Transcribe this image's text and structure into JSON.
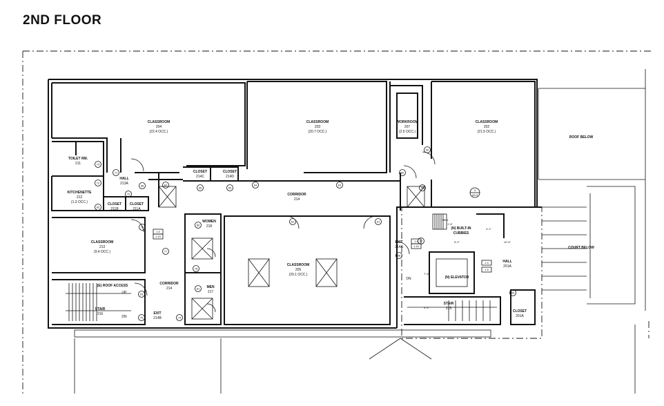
{
  "title": "2ND FLOOR",
  "rooms": {
    "classroom_204": {
      "name": "CLASSROOM",
      "number": "204",
      "occ": "(22.4 OCC.)"
    },
    "classroom_203": {
      "name": "CLASSROOM",
      "number": "203",
      "occ": "(20.7 OCC.)"
    },
    "workroom_207": {
      "name": "WORKROOM",
      "number": "207",
      "occ": "(2.5 OCC.)"
    },
    "classroom_202": {
      "name": "CLASSROOM",
      "number": "202",
      "occ": "(21.5 OCC.)"
    },
    "toilet_211": {
      "name": "TOILET RM.",
      "number": "211"
    },
    "kitchenette_212": {
      "name": "KITCHENETTE",
      "number": "212",
      "occ": "(1.3 OCC.)"
    },
    "hall_213a": {
      "name": "HALL",
      "number": "213A"
    },
    "closet_211b": {
      "name": "CLOSET",
      "number": "211B"
    },
    "closet_211a": {
      "name": "CLOSET",
      "number": "211A"
    },
    "closet_214c": {
      "name": "CLOSET",
      "number": "214C"
    },
    "closet_214d": {
      "name": "CLOSET",
      "number": "214D"
    },
    "corridor_214_top": {
      "name": "CORRIDOR",
      "number": "214"
    },
    "classroom_213": {
      "name": "CLASSROOM",
      "number": "213",
      "occ": "(9.4 OCC.)"
    },
    "women_218": {
      "name": "WOMEN",
      "number": "218"
    },
    "men_217": {
      "name": "MEN",
      "number": "217"
    },
    "classroom_205": {
      "name": "CLASSROOM",
      "number": "205",
      "occ": "(29.1 OCC.)"
    },
    "corridor_214_bottom": {
      "name": "CORRIDOR",
      "number": "214"
    },
    "roof_access": {
      "name": "(E) ROOF ACCESS"
    },
    "stair_216": {
      "name": "STAIR",
      "number": "216"
    },
    "exit_214b": {
      "name": "EXIT",
      "number": "214B"
    },
    "exit_214a": {
      "name": "EXIT",
      "number": "214A"
    },
    "built_in_cubbies": {
      "name": "(N) BUILT-IN",
      "name2": "CUBBIES"
    },
    "elevator": {
      "name": "(N) ELEVATOR"
    },
    "hall_201a": {
      "name": "HALL",
      "number": "201A"
    },
    "stair_215": {
      "name": "STAIR",
      "number": "215"
    },
    "closet_201a": {
      "name": "CLOSET",
      "number": "201A"
    },
    "roof_below": {
      "name": "ROOF BELOW"
    },
    "court_below": {
      "name": "COURT BELOW"
    }
  },
  "dimensions": {
    "d1": "4'-1\"",
    "d2": "10'-6\"",
    "d3": "5'-2\"",
    "d4": "7'-8\"",
    "d5": "5'-5\"",
    "d6": "1'-6\""
  },
  "marks": {
    "up": "UP",
    "dn": "DN",
    "dn2": "DN",
    "men_mark": "MEN",
    "tags": [
      "73",
      "72",
      "71",
      "70",
      "68",
      "67",
      "66",
      "65",
      "64",
      "63",
      "62",
      "61",
      "60",
      "59",
      "58",
      "57",
      "56",
      "55",
      "53",
      "78",
      "77",
      "76",
      "75",
      "74",
      "80",
      "81",
      "82"
    ],
    "ref_19": "1.9",
    "ref_110": "1.10",
    "ref_19b": "1.9",
    "ref_110b": "1.10",
    "ref_14": "1.4",
    "ref_15": "1.5",
    "section_num": "3",
    "section_sheet": "A5.3"
  }
}
